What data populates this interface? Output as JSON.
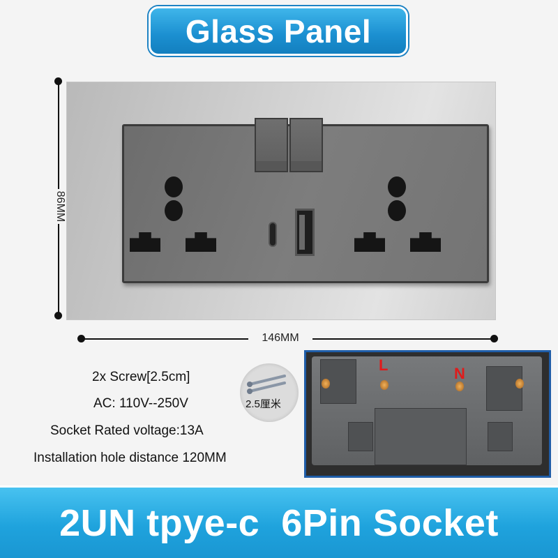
{
  "title": "Glass Panel",
  "dimensions": {
    "height_label": "86MM",
    "width_label": "146MM"
  },
  "specs": [
    "2x Screw[2.5cm]",
    "AC: 110V--250V",
    "Socket Rated voltage:13A",
    "Installation hole distance 120MM"
  ],
  "screw_label": "2.5厘米",
  "back_labels": {
    "live": "L",
    "neutral": "N"
  },
  "bottom_banner": "2UN tpye-c  6Pin Socket",
  "colors": {
    "banner_blue": "#1fa3dd",
    "panel_gray": "#747474",
    "terminal_label_red": "#e01b1b"
  }
}
